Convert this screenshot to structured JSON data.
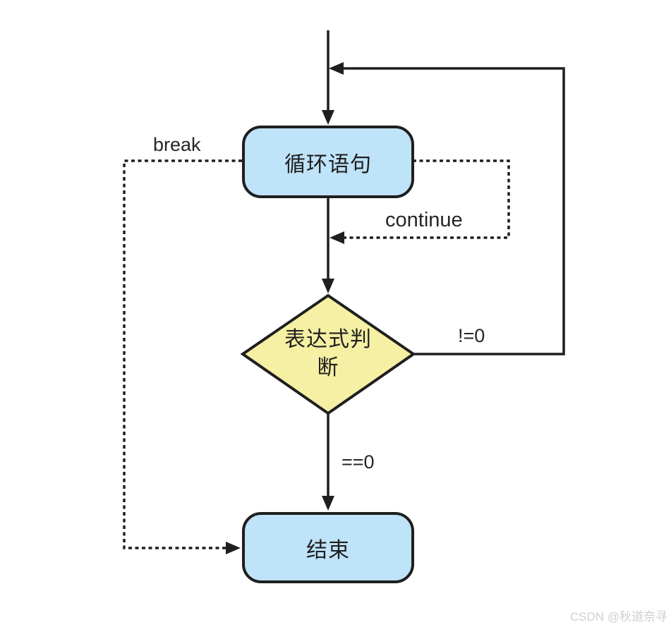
{
  "colors": {
    "node_fill_blue": "#bfe3f8",
    "node_fill_yellow": "#f5f0a3",
    "stroke": "#1f1f1f",
    "watermark_gray": "#cfcfcf",
    "background": "#ffffff"
  },
  "nodes": {
    "loop": {
      "label": "循环语句"
    },
    "decision": {
      "label": "表达式判断",
      "line1": "表达式判",
      "line2": "断"
    },
    "end": {
      "label": "结束"
    }
  },
  "edge_labels": {
    "break_label": "break",
    "continue_label": "continue",
    "not_equal_label": "!=0",
    "equal_label": "==0"
  },
  "watermark": {
    "text": "CSDN @秋道奈寻"
  }
}
